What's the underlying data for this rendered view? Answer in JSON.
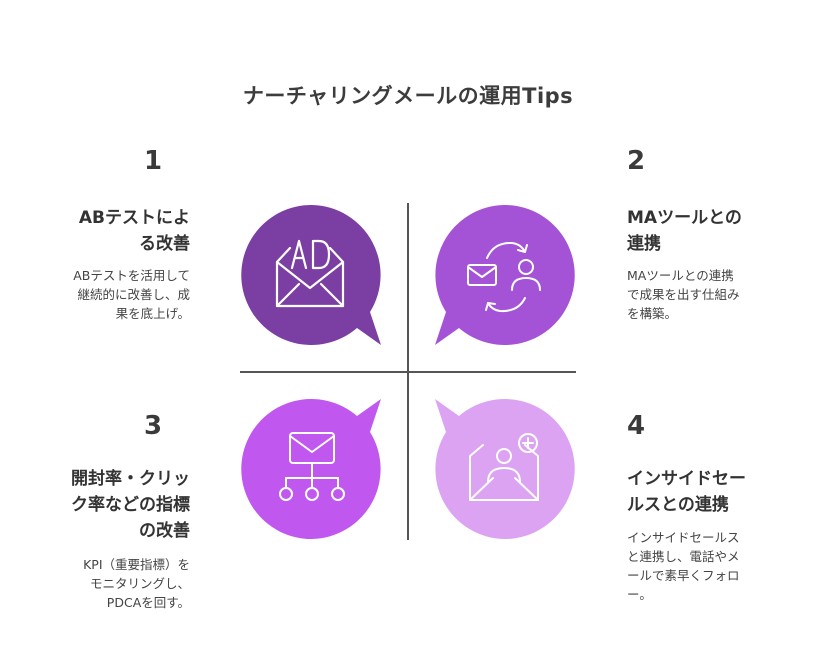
{
  "title": "ナーチャリングメールの運用Tips",
  "colors": {
    "q1": "#7b3fa3",
    "q2": "#a452d6",
    "q3": "#c058f0",
    "q4": "#dca3f3",
    "divider": "#555555"
  },
  "quadrants": [
    {
      "number": "1",
      "heading_lines": [
        "ABテストによ",
        "る改善"
      ],
      "desc_lines": [
        "ABテストを活用して",
        "継続的に改善し、成",
        "果を底上げ。"
      ],
      "icon": "ad-envelope-icon"
    },
    {
      "number": "2",
      "heading_lines": [
        "MAツールとの",
        "連携"
      ],
      "desc_lines": [
        "MAツールとの連携",
        "で成果を出す仕組み",
        "を構築。"
      ],
      "icon": "mail-sync-person-icon"
    },
    {
      "number": "3",
      "heading_lines": [
        "開封率・クリッ",
        "ク率などの指標",
        "の改善"
      ],
      "desc_lines": [
        "KPI（重要指標）を",
        "モニタリングし、",
        "PDCAを回す。"
      ],
      "icon": "mail-distribution-icon"
    },
    {
      "number": "4",
      "heading_lines": [
        "インサイドセー",
        "ルスとの連携"
      ],
      "desc_lines": [
        "インサイドセールス",
        "と連携し、電話やメ",
        "ールで素早くフォロ",
        "ー。"
      ],
      "icon": "envelope-person-add-icon"
    }
  ]
}
